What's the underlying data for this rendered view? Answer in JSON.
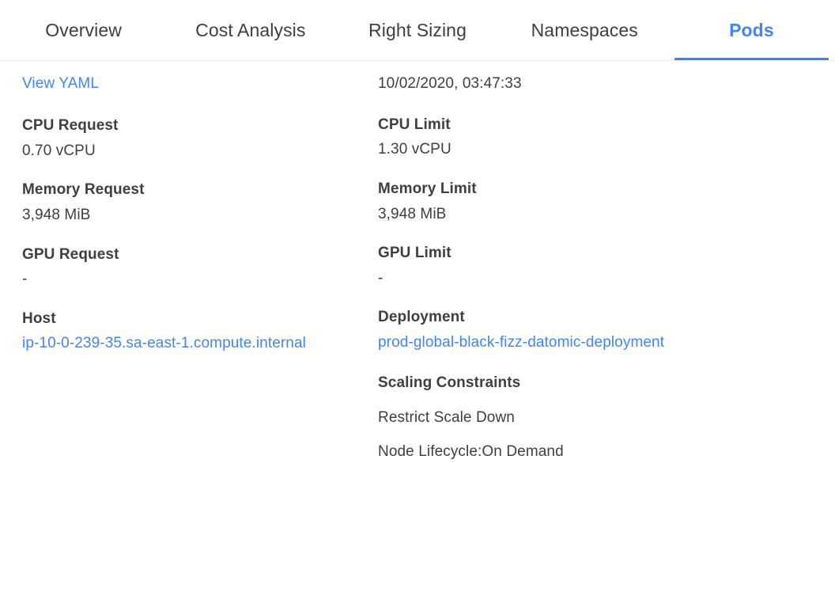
{
  "colors": {
    "accent": "#4285f4",
    "underline": "#3b82f6",
    "text": "#3c4043",
    "divider": "#e8eaed"
  },
  "tabs": [
    {
      "label": "Overview",
      "active": false
    },
    {
      "label": "Cost Analysis",
      "active": false
    },
    {
      "label": "Right Sizing",
      "active": false
    },
    {
      "label": "Namespaces",
      "active": false
    },
    {
      "label": "Pods",
      "active": true
    }
  ],
  "detail": {
    "left": {
      "view_yaml_label": "View YAML",
      "fields": [
        {
          "label": "CPU Request",
          "value": "0.70 vCPU"
        },
        {
          "label": "Memory Request",
          "value": "3,948 MiB"
        },
        {
          "label": "GPU Request",
          "value": "-"
        },
        {
          "label": "Host",
          "value": "ip-10-0-239-35.sa-east-1.compute.internal"
        }
      ]
    },
    "right": {
      "timestamp": "10/02/2020, 03:47:33",
      "fields": [
        {
          "label": "CPU Limit",
          "value": "1.30 vCPU"
        },
        {
          "label": "Memory Limit",
          "value": "3,948 MiB"
        },
        {
          "label": "GPU Limit",
          "value": "-"
        },
        {
          "label": "Deployment",
          "value": "prod-global-black-fizz-datomic-deployment"
        }
      ],
      "scaling": {
        "label": "Scaling Constraints",
        "lines": [
          "Restrict Scale Down",
          "Node Lifecycle:On Demand"
        ]
      }
    }
  }
}
